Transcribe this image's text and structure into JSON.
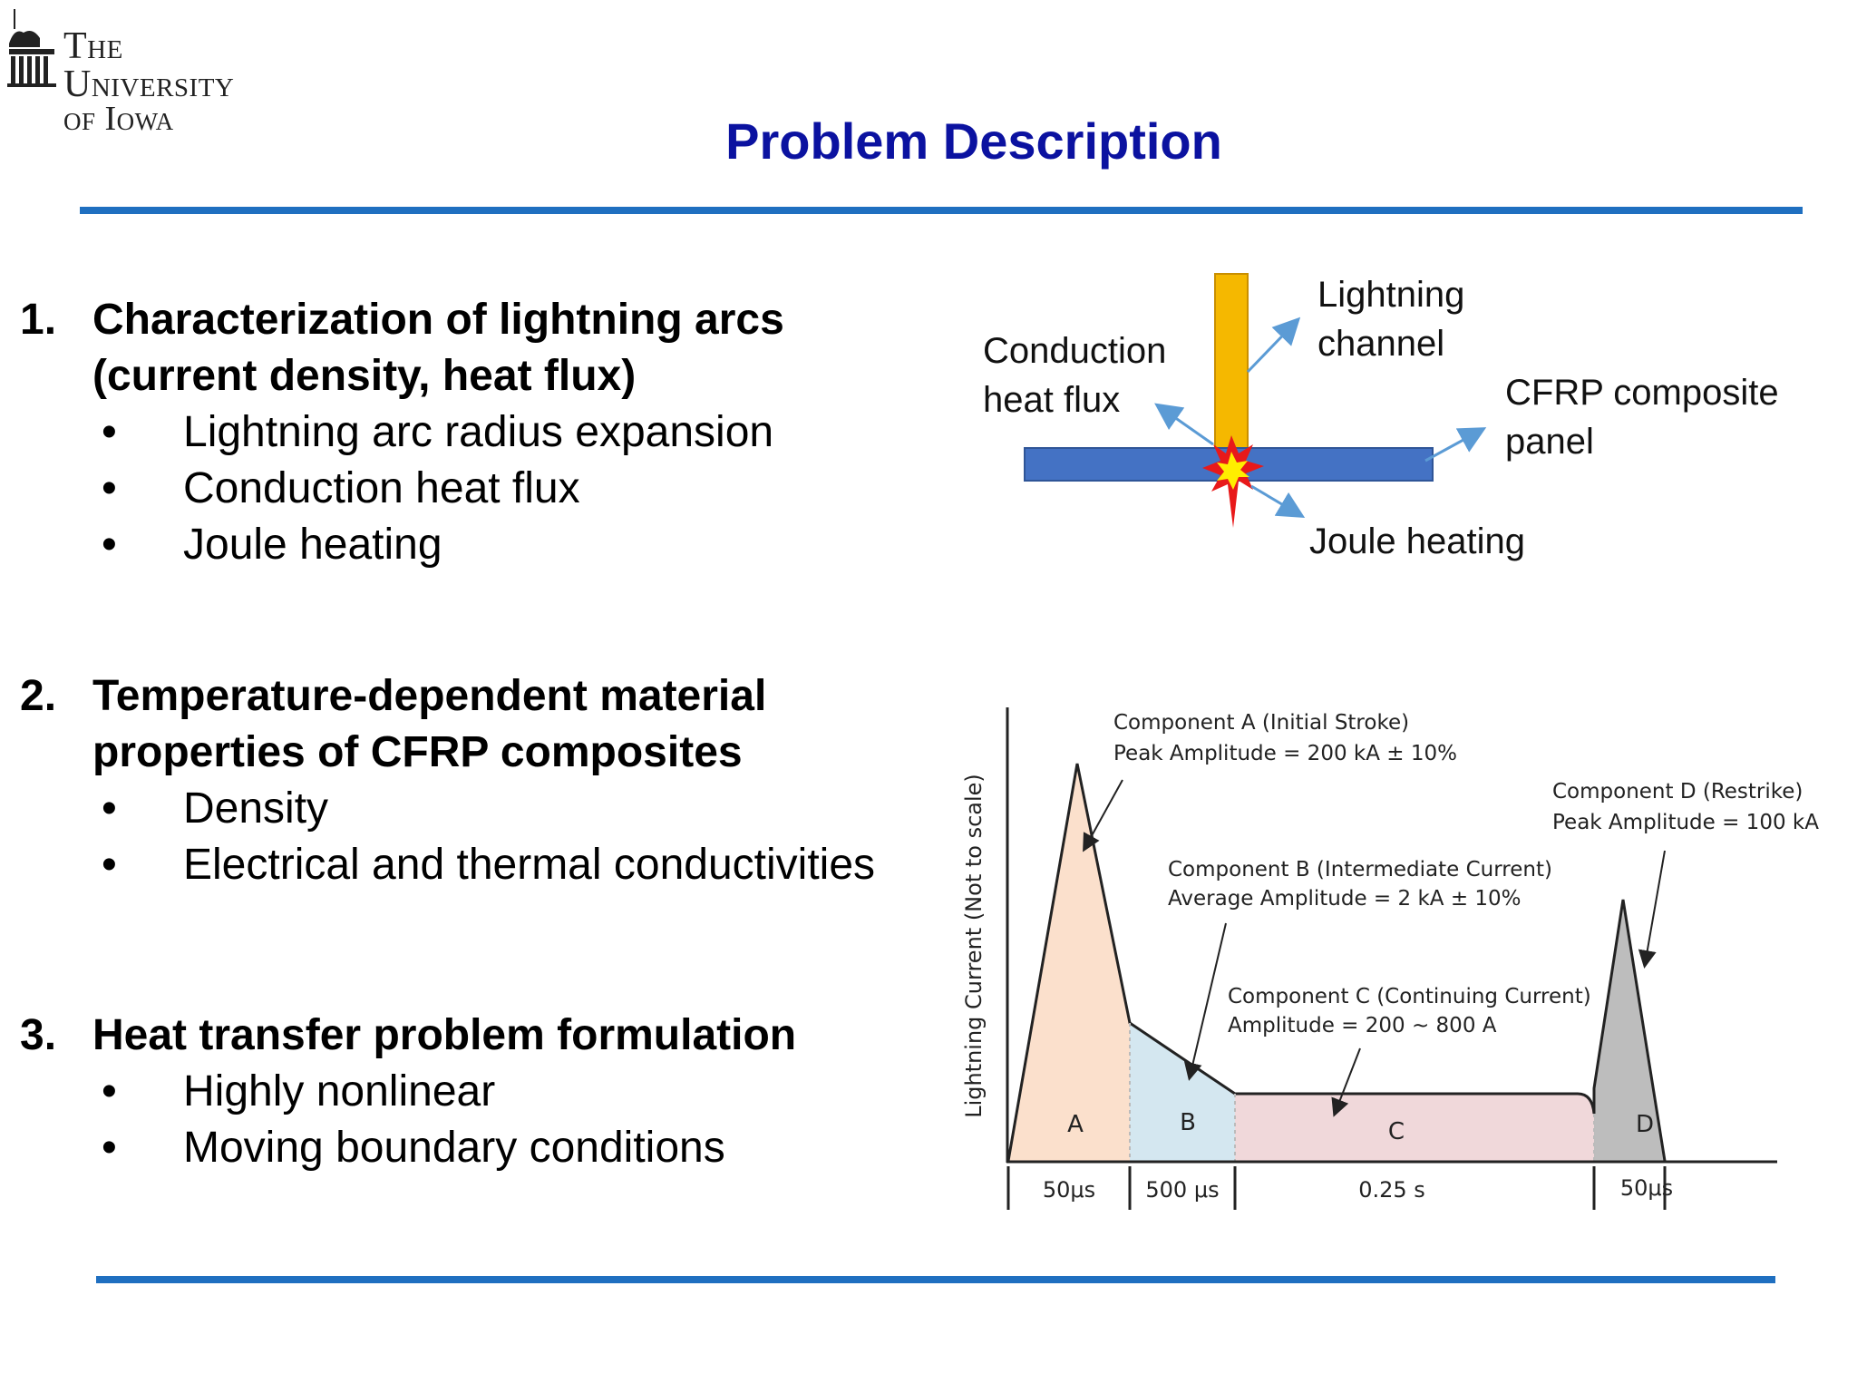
{
  "logo": {
    "line1": "The University",
    "line2": "of Iowa"
  },
  "title": "Problem Description",
  "sections": [
    {
      "number": "1.",
      "heading": "Characterization of lightning arcs (current density, heat flux)",
      "bullets": [
        "Lightning arc radius expansion",
        "Conduction heat flux",
        "Joule heating"
      ]
    },
    {
      "number": "2.",
      "heading": "Temperature-dependent material properties of CFRP composites",
      "bullets": [
        "Density",
        "Electrical and thermal conductivities"
      ]
    },
    {
      "number": "3.",
      "heading": "Heat transfer problem formulation",
      "bullets": [
        "Highly nonlinear",
        "Moving boundary conditions"
      ]
    }
  ],
  "diagram": {
    "labels": {
      "conduction": "Conduction heat flux",
      "lightning": "Lightning channel",
      "panel": "CFRP composite panel",
      "joule": "Joule heating"
    },
    "colors": {
      "channel": "#f5b800",
      "panel": "#4472c4",
      "arrow": "#5b9bd5",
      "spark": "#e8191a"
    }
  },
  "waveform": {
    "ylabel": "Lightning Current (Not to scale)",
    "segments": [
      {
        "letter": "A",
        "duration": "50μs",
        "color": "#fbe0cc"
      },
      {
        "letter": "B",
        "duration": "500 μs",
        "color": "#d4e7f0"
      },
      {
        "letter": "C",
        "duration": "0.25 s",
        "color": "#f0d8da"
      },
      {
        "letter": "D",
        "duration": "50μs",
        "color": "#bdbdbd"
      }
    ],
    "annotations": {
      "a1": "Component A (Initial Stroke)",
      "a2": "Peak Amplitude = 200 kA ± 10%",
      "b1": "Component B (Intermediate Current)",
      "b2": "Average Amplitude = 2 kA ± 10%",
      "c1": "Component C (Continuing Current)",
      "c2": "Amplitude = 200 ~ 800 A",
      "d1": "Component D (Restrike)",
      "d2": "Peak Amplitude = 100 kA"
    }
  }
}
